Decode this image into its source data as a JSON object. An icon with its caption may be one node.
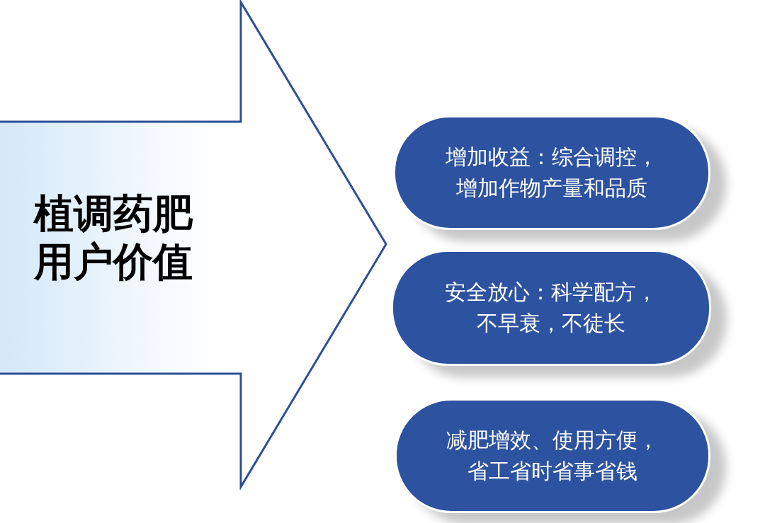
{
  "diagram": {
    "nodes": [
      {
        "text": [
          "植调药肥用户价值"
        ]
      },
      {
        "text": [
          "增加收益：综合调控，增加作物产量和品质"
        ]
      },
      {
        "text": [
          "安全放心：科学配方，不早衰，不徒长"
        ]
      },
      {
        "text": [
          "减肥增效、使用方便，省工省时省事省钱"
        ]
      }
    ]
  }
}
